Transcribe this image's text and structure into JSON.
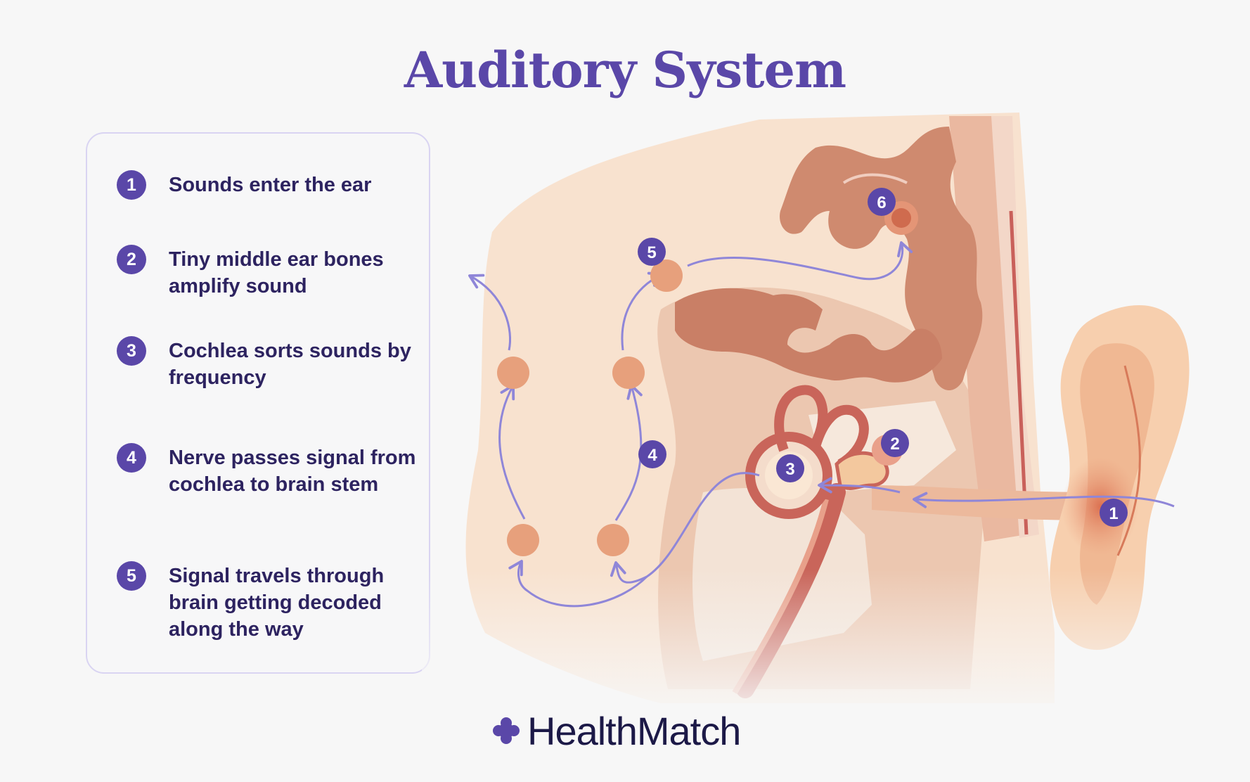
{
  "title": "Auditory System",
  "steps": [
    {
      "number": "1",
      "text": "Sounds enter the ear"
    },
    {
      "number": "2",
      "text": "Tiny middle ear bones amplify sound"
    },
    {
      "number": "3",
      "text": "Cochlea sorts sounds by frequency"
    },
    {
      "number": "4",
      "text": "Nerve passes signal from cochlea to brain stem"
    },
    {
      "number": "5",
      "text": "Signal travels through brain getting decoded along the way"
    }
  ],
  "diagram_markers": [
    "1",
    "2",
    "3",
    "4",
    "5",
    "6"
  ],
  "brand": {
    "name": "HealthMatch",
    "icon": "plus-cross-icon"
  },
  "colors": {
    "accent": "#5a47a8",
    "text_dark": "#2d2360",
    "arrow": "#8f86d8",
    "brain": "#c97f66",
    "node": "#e7a07c",
    "skin": "#f8d9bf"
  }
}
